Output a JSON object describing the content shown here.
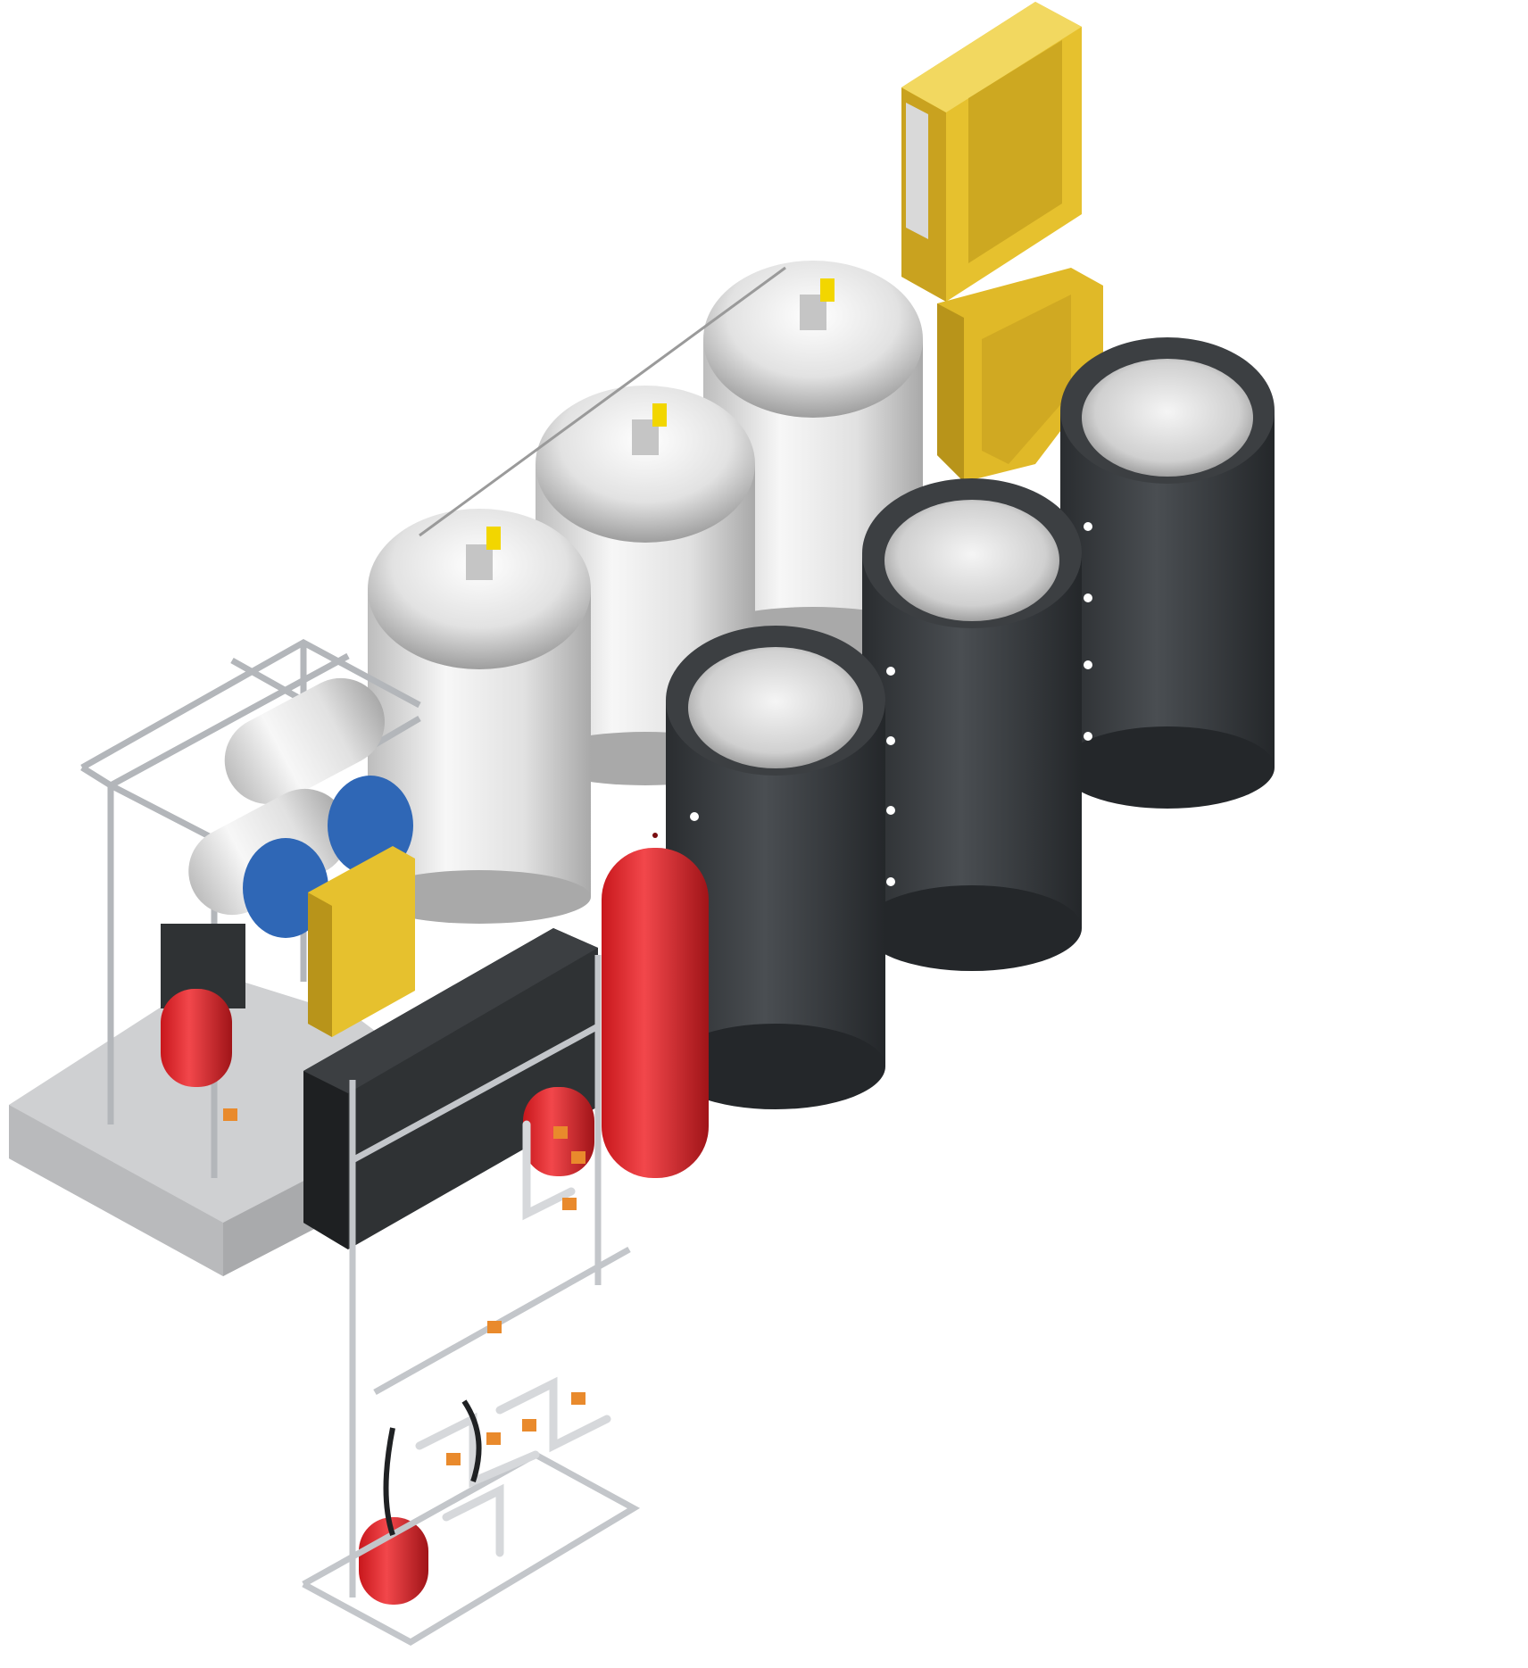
{
  "figure": {
    "kind": "isometric-equipment-rendering",
    "background": "#ffffff"
  },
  "colors": {
    "steel_light": "#f2f2f2",
    "steel_mid": "#c8c8c8",
    "steel_dark": "#8e8e8e",
    "frame": "#b9bcc0",
    "black_tank": "#3c3f42",
    "black_tank_dark": "#25282a",
    "red": "#e3262b",
    "red_dark": "#a01418",
    "yellow": "#e6c12e",
    "yellow_dark": "#b8941a",
    "blue": "#2f67b6",
    "base": "#cfd0d2",
    "valve_orange": "#e98a2c"
  },
  "components": {
    "steel_vessels": [
      {
        "name": "steel-pressure-vessel-1"
      },
      {
        "name": "steel-pressure-vessel-2"
      },
      {
        "name": "steel-pressure-vessel-3"
      }
    ],
    "black_tanks": [
      {
        "name": "black-storage-tank-1"
      },
      {
        "name": "black-storage-tank-2"
      },
      {
        "name": "black-storage-tank-3"
      }
    ],
    "red_vessels": [
      {
        "name": "red-tall-expansion-vessel"
      },
      {
        "name": "red-small-expansion-vessel-left"
      },
      {
        "name": "red-small-expansion-vessel-center"
      },
      {
        "name": "red-small-expansion-vessel-bottom"
      }
    ],
    "yellow_units": [
      {
        "name": "yellow-tower-unit"
      },
      {
        "name": "yellow-heat-exchanger"
      }
    ],
    "blue_flanges": 2,
    "orange_valves": 9
  }
}
